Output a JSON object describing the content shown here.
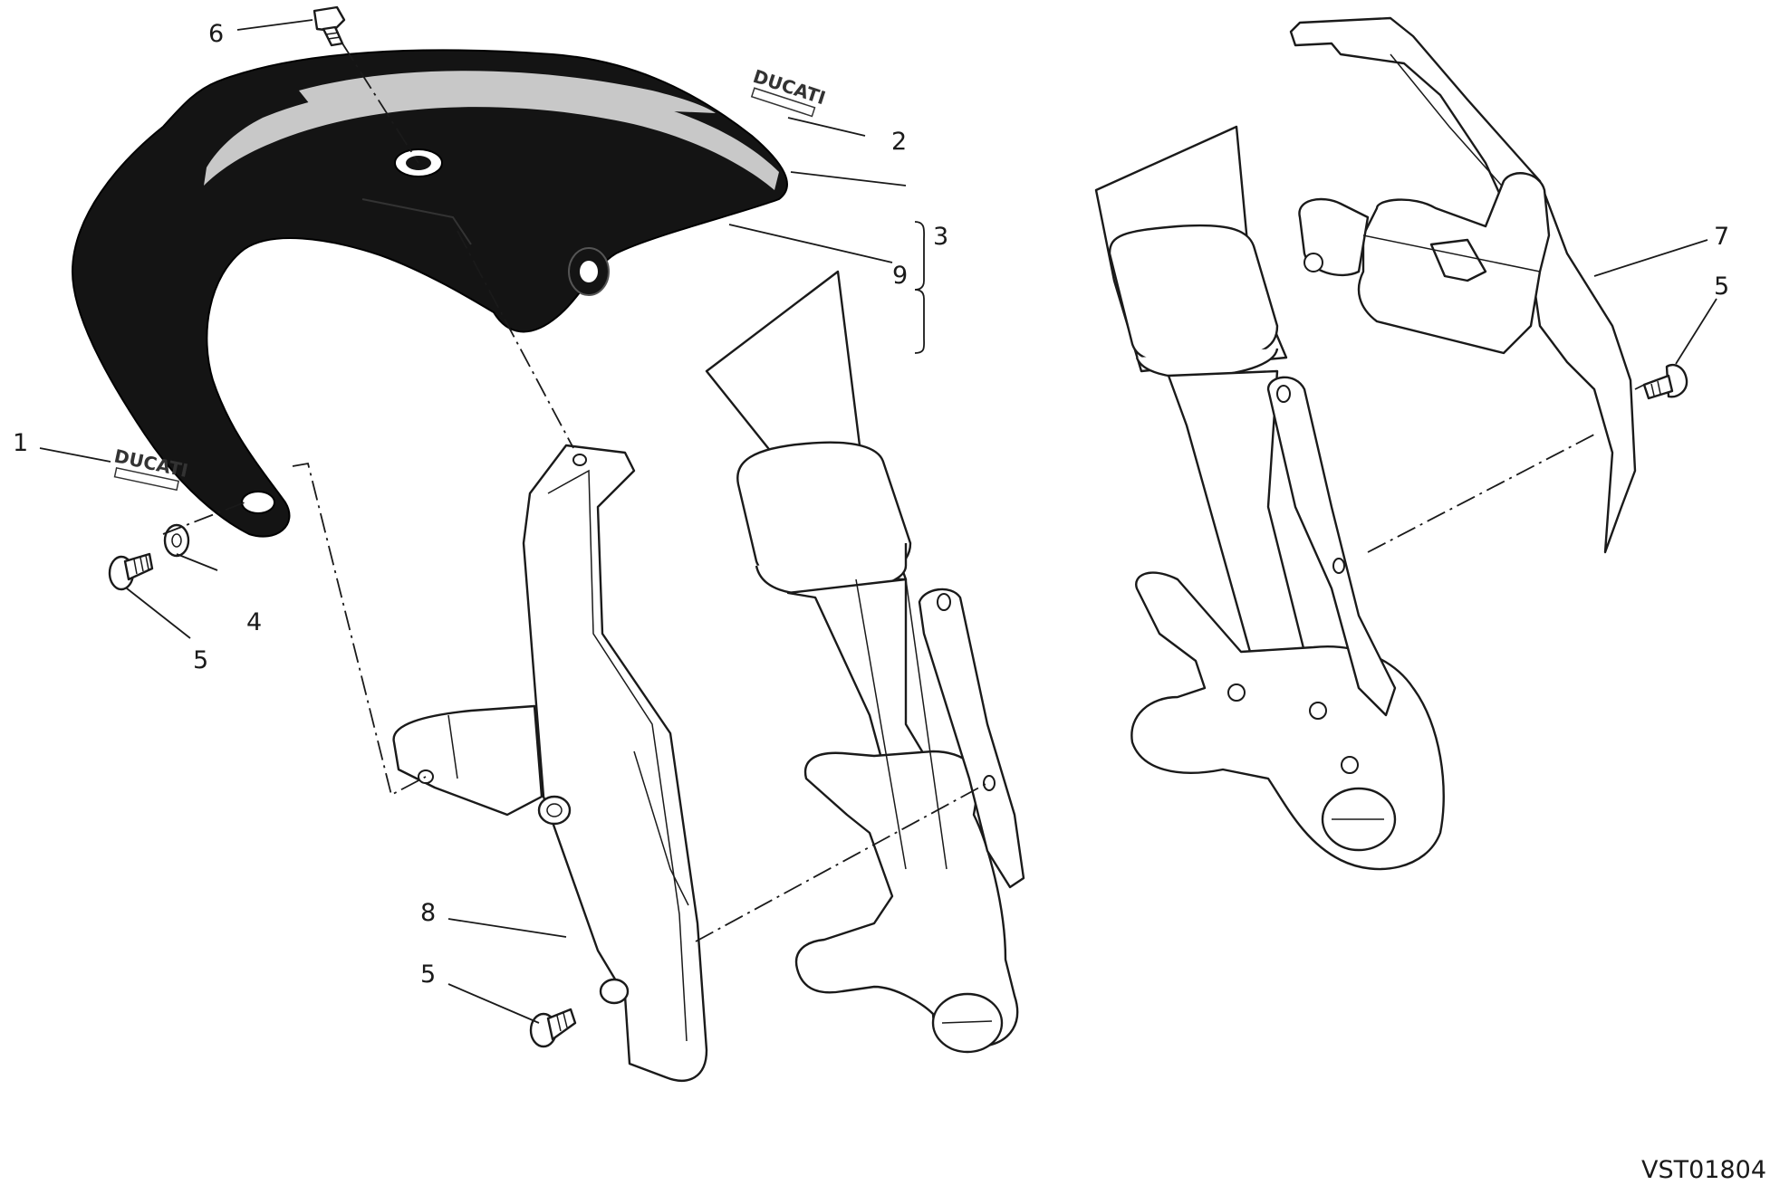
{
  "diagram": {
    "drawing_code": "VST01804",
    "callouts": [
      {
        "id": "callout-1",
        "label": "1"
      },
      {
        "id": "callout-2",
        "label": "2"
      },
      {
        "id": "callout-3",
        "label": "3"
      },
      {
        "id": "callout-4",
        "label": "4"
      },
      {
        "id": "callout-5a",
        "label": "5"
      },
      {
        "id": "callout-5b",
        "label": "5"
      },
      {
        "id": "callout-5c",
        "label": "5"
      },
      {
        "id": "callout-6",
        "label": "6"
      },
      {
        "id": "callout-7",
        "label": "7"
      },
      {
        "id": "callout-8",
        "label": "8"
      },
      {
        "id": "callout-9",
        "label": "9"
      }
    ],
    "decal_text": "DUCATI"
  },
  "colors": {
    "line": "#1a1a1a",
    "mudguard_body": "#141414",
    "stripe": "#c8c8c8",
    "background": "#ffffff"
  }
}
